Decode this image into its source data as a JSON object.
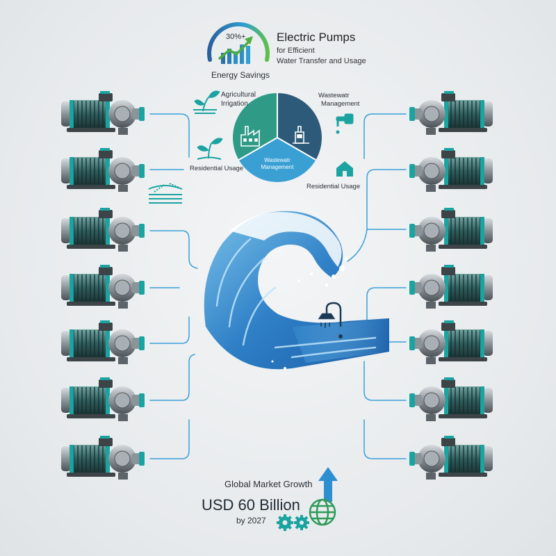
{
  "header": {
    "gauge_value": "30%+",
    "gauge_caption": "Energy Savings",
    "title": "Electric Pumps",
    "subtitle_line1": "for Efficient",
    "subtitle_line2": "Water Transfer and Usage"
  },
  "segments": {
    "left_top_label_line1": "Agricultural",
    "left_top_label_line2": "Irrigation",
    "left_mid_label": "Residential Usage",
    "right_top_label_line1": "Wastewatr",
    "right_top_label_line2": "Management",
    "right_mid_label": "Residential Usage",
    "pie_label_line1": "Wastewatr",
    "pie_label_line2": "Management"
  },
  "footer": {
    "growth_label": "Global Market Growth",
    "market_value": "USD 60 Billion",
    "market_year": "by 2027"
  },
  "colors": {
    "accent_teal": "#1aa3a0",
    "pie_green": "#2f9a86",
    "pie_navy": "#2e5a7a",
    "pie_blue": "#3aa0d4",
    "line_blue": "#3a9fd8",
    "wave_blue": "#2f80c7"
  }
}
